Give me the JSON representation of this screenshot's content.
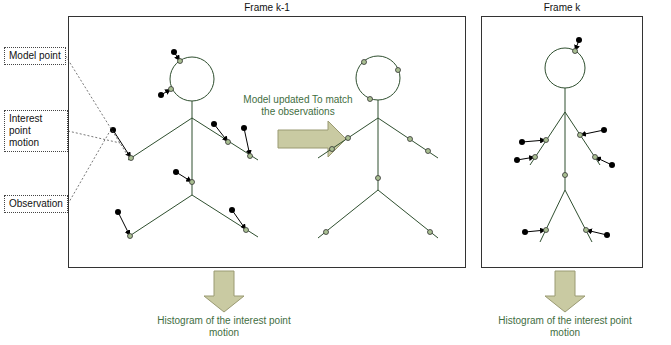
{
  "diagram": {
    "nodes": [
      {
        "text": [
          "Frame k-1"
        ]
      },
      {
        "text": [
          "Frame k"
        ]
      },
      {
        "text": [
          "Model point"
        ]
      },
      {
        "text": [
          "Interest point motion"
        ]
      },
      {
        "text": [
          "Observation"
        ]
      }
    ],
    "labels": [
      "Model updated To match the observations",
      "Histogram of the interest point motion",
      "Histogram of the interest point motion"
    ]
  }
}
